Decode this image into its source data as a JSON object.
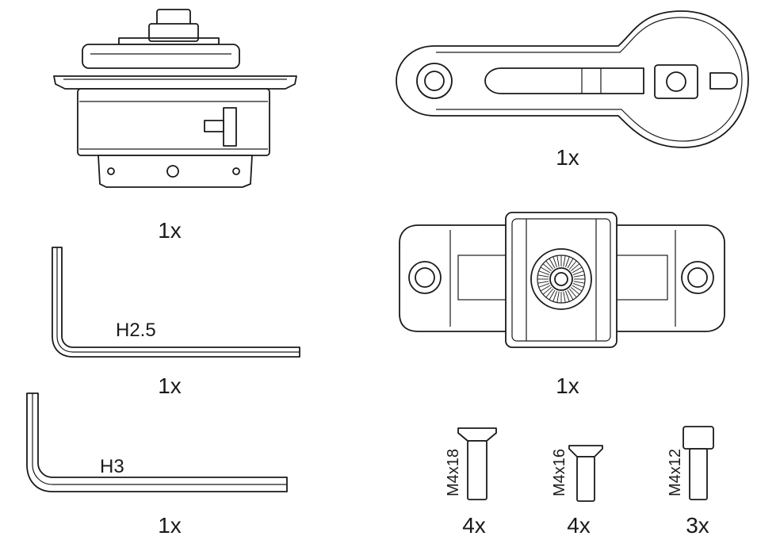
{
  "parts": {
    "mount_base": {
      "qty": "1x"
    },
    "lever_arm": {
      "qty": "1x"
    },
    "hex_key_small": {
      "size": "H2.5",
      "qty": "1x"
    },
    "clamp_plate": {
      "qty": "1x"
    },
    "hex_key_large": {
      "size": "H3",
      "qty": "1x"
    },
    "screw_m4x18": {
      "size": "M4x18",
      "qty": "4x"
    },
    "screw_m4x16": {
      "size": "M4x16",
      "qty": "4x"
    },
    "screw_m4x12": {
      "size": "M4x12",
      "qty": "3x"
    }
  },
  "colors": {
    "line": "#1a1a1a",
    "background": "#ffffff"
  }
}
